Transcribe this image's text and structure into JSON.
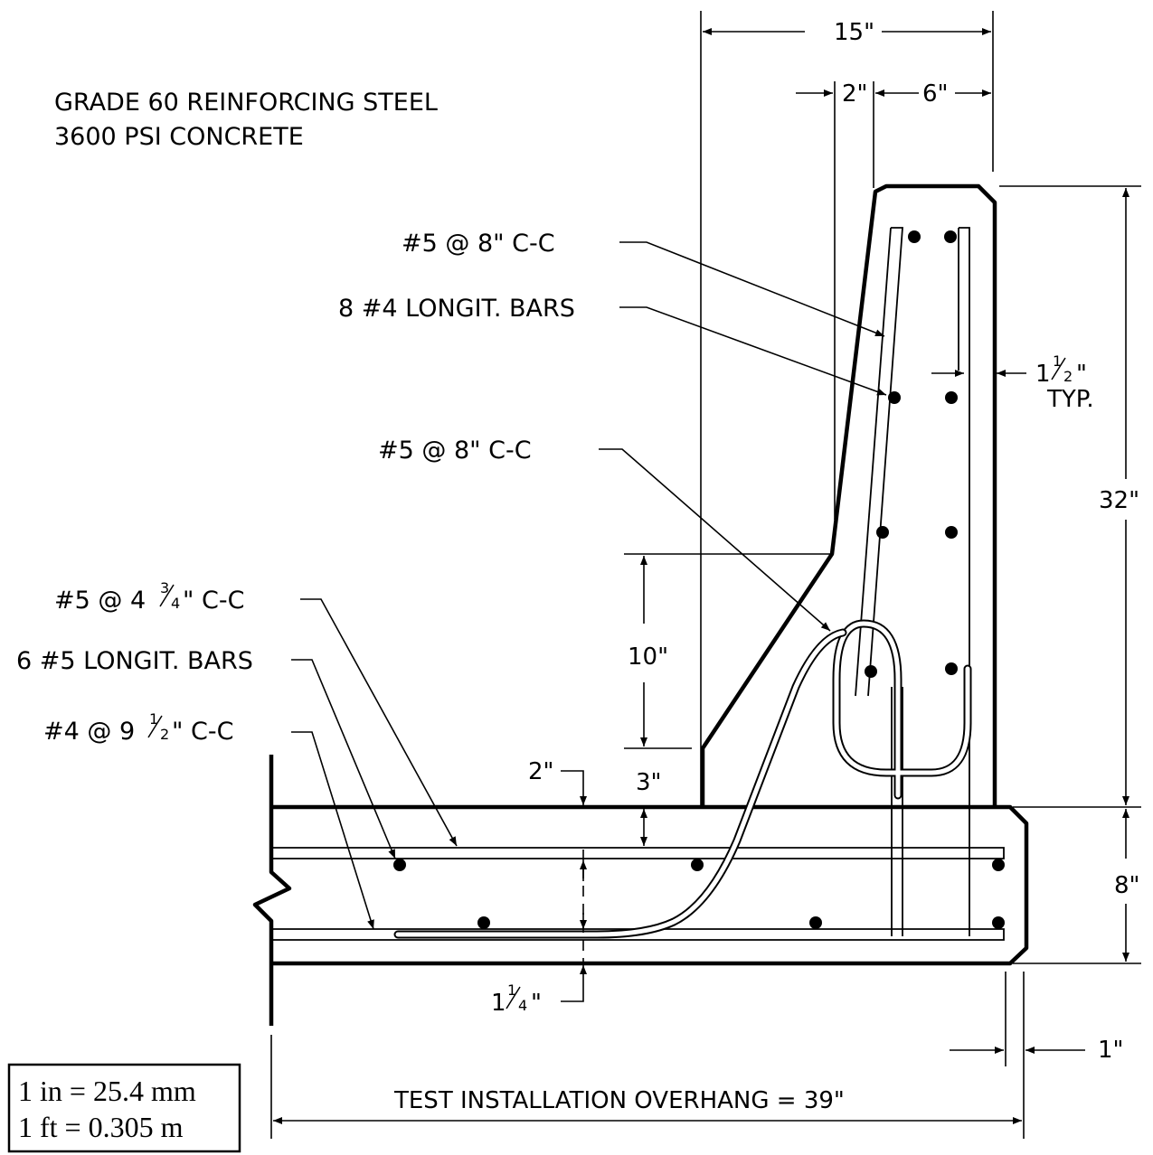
{
  "notes": {
    "line1": "GRADE 60 REINFORCING STEEL",
    "line2": "3600 PSI CONCRETE"
  },
  "dimensions": {
    "top_width": "15\"",
    "inner_offset": "2\"",
    "stem_width": "6\"",
    "cover": "1",
    "cover_typ": "TYP.",
    "barrier_height": "32\"",
    "slope_height": "10\"",
    "deck_top_cover": "2\"",
    "deck_depth_split": "3\"",
    "deck_thickness": "8\"",
    "bottom_cover": "1",
    "edge_offset": "1\"",
    "overhang": "TEST INSTALLATION OVERHANG = 39\""
  },
  "labels": {
    "stirrup_upper": "#5 @ 8\" C-C",
    "barrier_longit": "8 #4 LONGIT. BARS",
    "stirrup_lower": "#5 @ 8\" C-C",
    "deck_top_transverse": "#5 @ 4",
    "deck_top_transverse_suffix": "\" C-C",
    "deck_longit": "6 #5 LONGIT. BARS",
    "deck_bottom_transverse": "#4 @ 9",
    "deck_bottom_transverse_suffix": "\" C-C"
  },
  "conversion": {
    "line1": "1 in = 25.4 mm",
    "line2": "1 ft = 0.305 m"
  }
}
